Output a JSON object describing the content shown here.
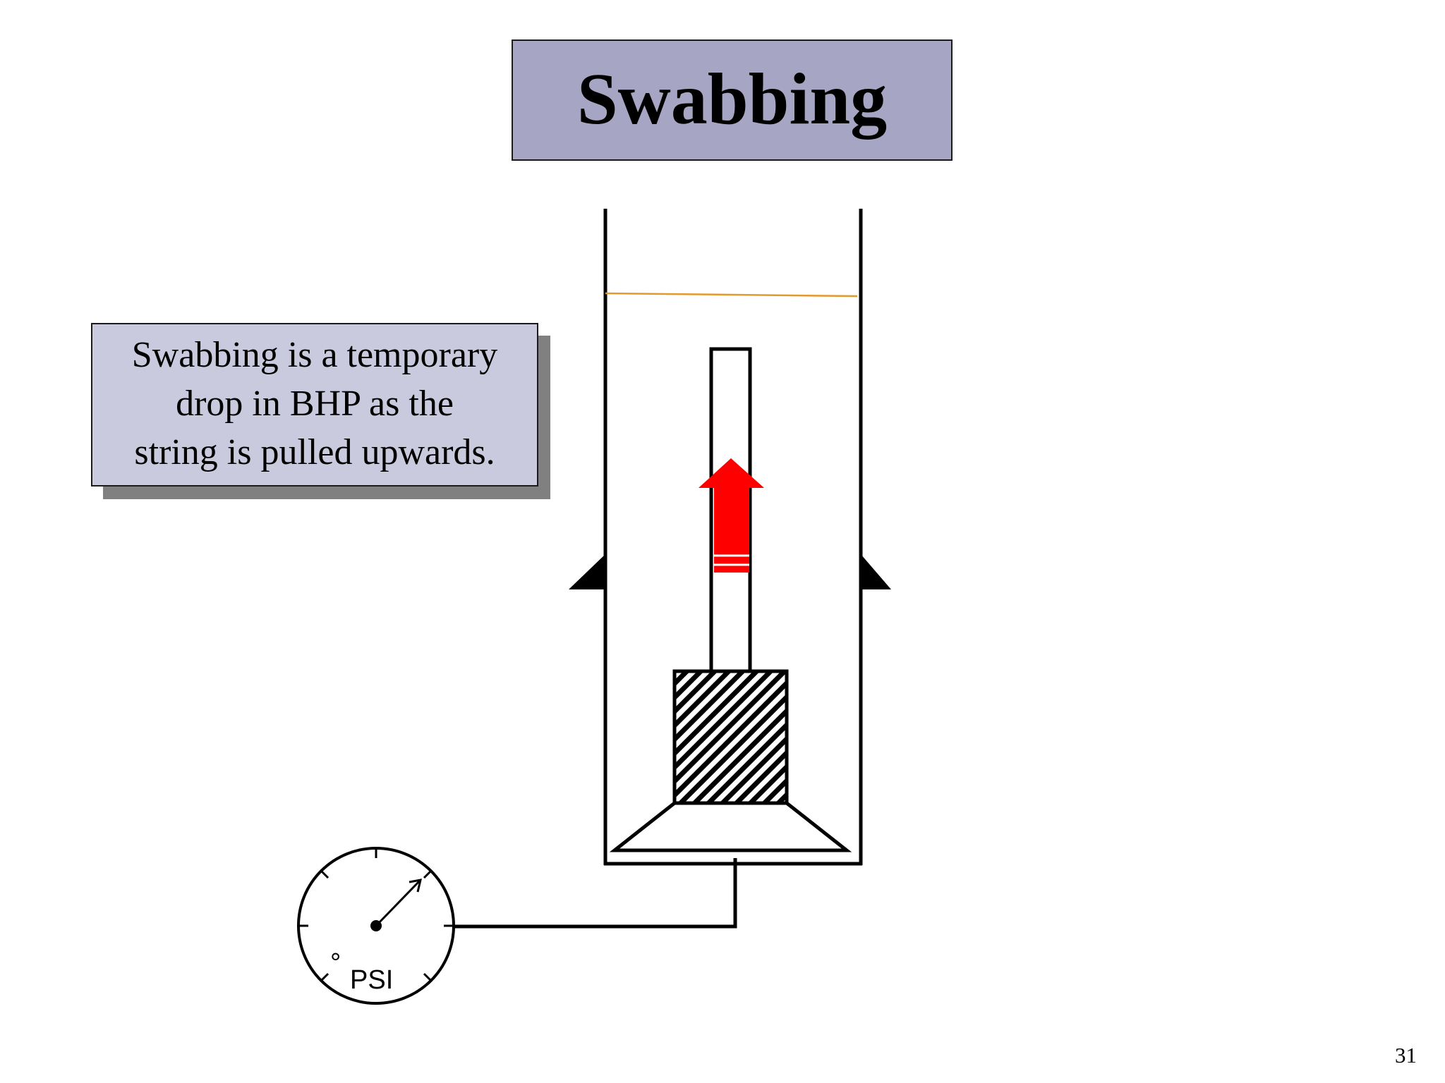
{
  "slide": {
    "title": "Swabbing",
    "callout_text": "Swabbing is a temporary\ndrop  in BHP as the\nstring is pulled upwards.",
    "page_number": "31"
  },
  "gauge": {
    "unit_label": "PSI",
    "degree_symbol": "°"
  },
  "colors": {
    "title_background": "#a6a6c4",
    "callout_background": "#cacade",
    "callout_shadow": "#808080",
    "fluid_level_line": "#e39a2d",
    "arrow": "#ff0000",
    "lines": "#000000"
  },
  "icons": {
    "direction_arrow": "up-arrow-icon",
    "pressure_gauge": "pressure-gauge-icon"
  }
}
